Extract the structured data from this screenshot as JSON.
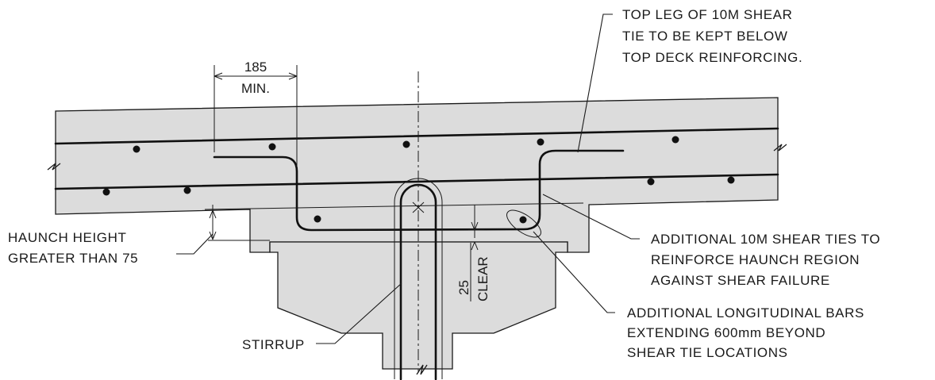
{
  "notes": {
    "top_leg": [
      "TOP LEG OF 10M SHEAR",
      "TIE TO BE KEPT BELOW",
      "TOP DECK REINFORCING."
    ],
    "haunch_height": [
      "HAUNCH HEIGHT",
      "GREATER THAN 75"
    ],
    "additional_ties": [
      "ADDITIONAL 10M SHEAR TIES TO",
      "REINFORCE HAUNCH REGION",
      "AGAINST SHEAR FAILURE"
    ],
    "longitudinal_bars": [
      "ADDITIONAL LONGITUDINAL BARS",
      "EXTENDING 600mm BEYOND",
      "SHEAR TIE LOCATIONS"
    ],
    "stirrup": "STIRRUP"
  },
  "dimensions": {
    "min_length_value": "185",
    "min_length_label": "MIN.",
    "clear_value": "25",
    "clear_label": "CLEAR"
  },
  "colors": {
    "concrete": "#dcdcdc",
    "line": "#1a1a1a",
    "background": "#ffffff"
  }
}
